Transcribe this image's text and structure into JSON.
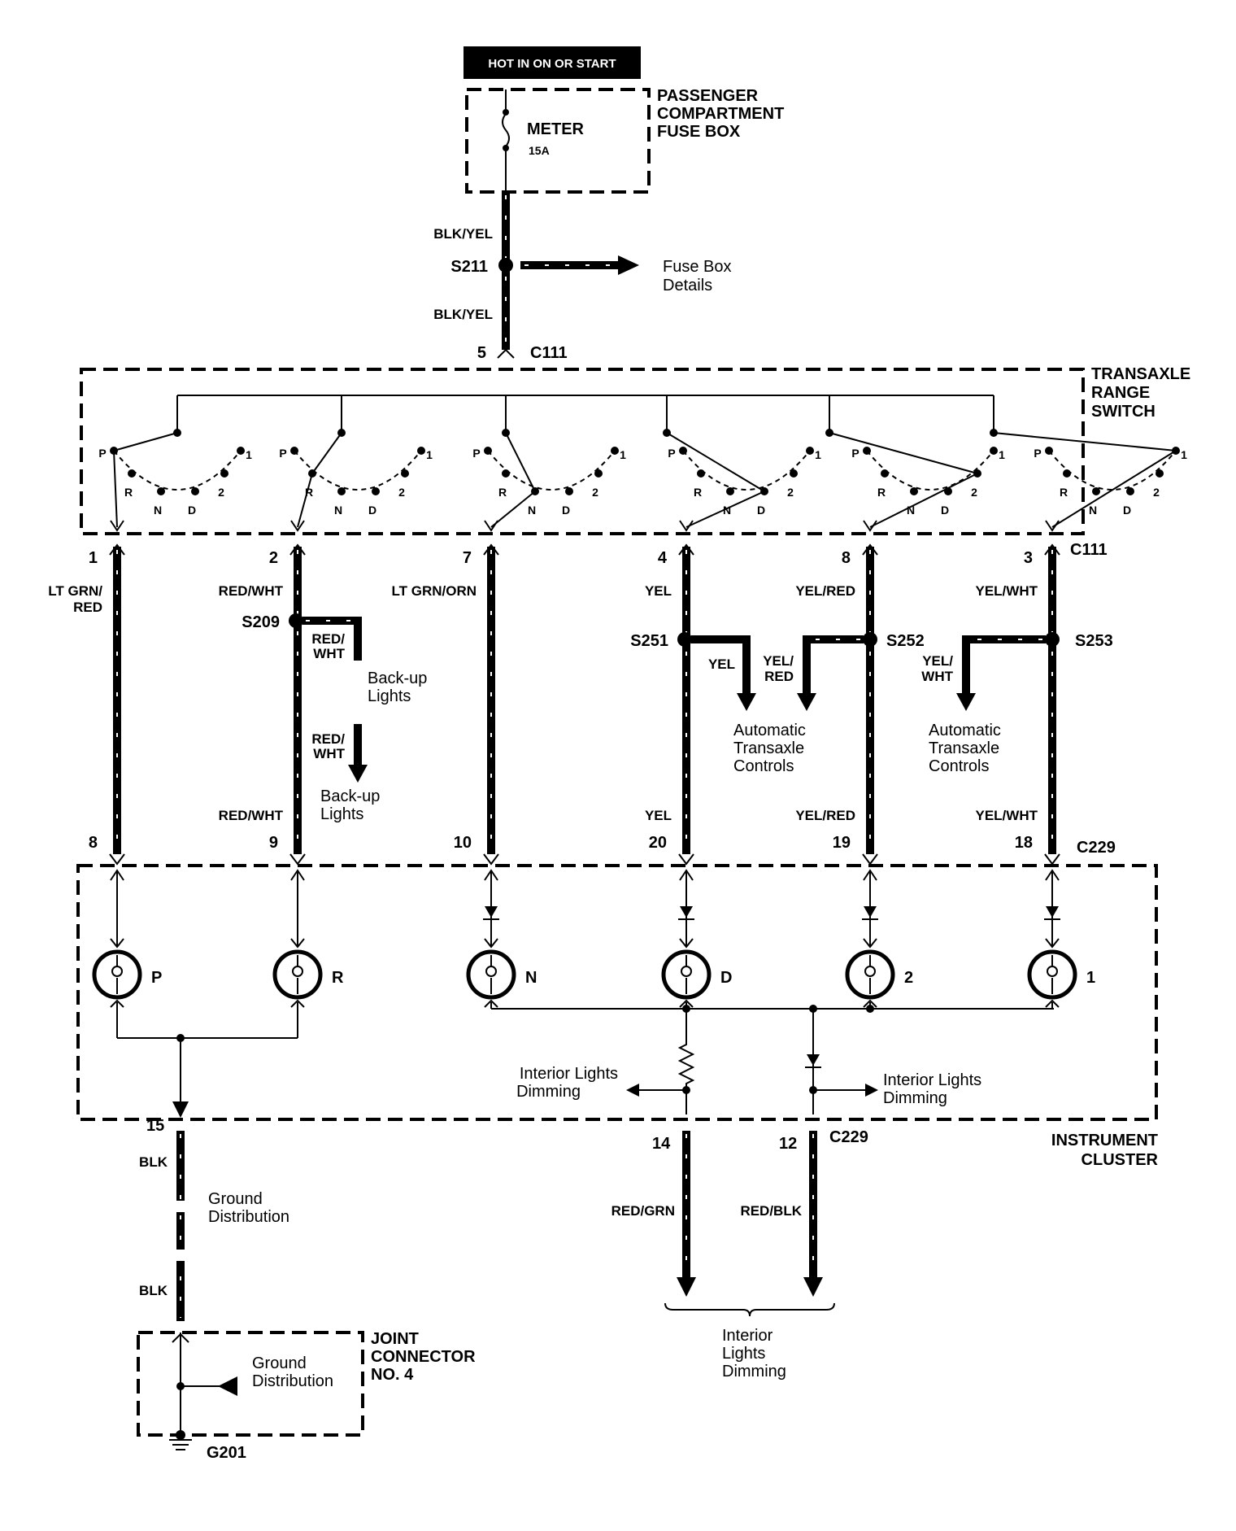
{
  "top": {
    "power_label": "HOT IN ON OR START",
    "fuse_box": {
      "line1": "PASSENGER",
      "line2": "COMPARTMENT",
      "line3": "FUSE BOX"
    },
    "fuse": {
      "name": "METER",
      "rating": "15A"
    },
    "wire_upper": "BLK/YEL",
    "splice": "S211",
    "splice_ref": {
      "line1": "Fuse Box",
      "line2": "Details"
    },
    "wire_lower": "BLK/YEL",
    "pin": "5",
    "connector": "C111"
  },
  "switch": {
    "title": {
      "line1": "TRANSAXLE",
      "line2": "RANGE",
      "line3": "SWITCH"
    },
    "positions": [
      "P",
      "R",
      "N",
      "D",
      "2",
      "1"
    ],
    "connector": "C111"
  },
  "circuits": [
    {
      "top_pin": "1",
      "wire_top": "LT GRN/\nRED",
      "wire_bottom": "",
      "bottom_pin": "8",
      "lamp": "P"
    },
    {
      "top_pin": "2",
      "wire_top": "RED/WHT",
      "wire_bottom": "RED/WHT",
      "bottom_pin": "9",
      "lamp": "R"
    },
    {
      "top_pin": "7",
      "wire_top": "LT GRN/ORN",
      "wire_bottom": "",
      "bottom_pin": "10",
      "lamp": "N"
    },
    {
      "top_pin": "4",
      "wire_top": "YEL",
      "wire_bottom": "YEL",
      "bottom_pin": "20",
      "lamp": "D"
    },
    {
      "top_pin": "8",
      "wire_top": "YEL/RED",
      "wire_bottom": "YEL/RED",
      "bottom_pin": "19",
      "lamp": "2"
    },
    {
      "top_pin": "3",
      "wire_top": "YEL/WHT",
      "wire_bottom": "YEL/WHT",
      "bottom_pin": "18",
      "lamp": "1"
    }
  ],
  "branches": {
    "s209": {
      "splice": "S209",
      "wire1a": "RED/",
      "wire1b": "WHT",
      "dest1a": "Back-up",
      "dest1b": "Lights",
      "wire2a": "RED/",
      "wire2b": "WHT",
      "dest2a": "Back-up",
      "dest2b": "Lights"
    },
    "s251": {
      "splice": "S251",
      "wire": "YEL"
    },
    "s252": {
      "splice": "S252",
      "wirea": "YEL/",
      "wireb": "RED"
    },
    "s253": {
      "splice": "S253",
      "wirea": "YEL/",
      "wireb": "WHT"
    },
    "atc1": {
      "a": "Automatic",
      "b": "Transaxle",
      "c": "Controls"
    },
    "atc2": {
      "a": "Automatic",
      "b": "Transaxle",
      "c": "Controls"
    }
  },
  "cluster": {
    "connector_top": "C229",
    "title": {
      "line1": "INSTRUMENT",
      "line2": "CLUSTER"
    },
    "dimming_left": {
      "a": "Interior Lights",
      "b": "Dimming"
    },
    "dimming_right": {
      "a": "Interior Lights",
      "b": "Dimming"
    },
    "connector_bottom": "C229"
  },
  "bottom": {
    "pin15": "15",
    "wire15a": "BLK",
    "ground_dist": {
      "a": "Ground",
      "b": "Distribution"
    },
    "wire15b": "BLK",
    "pin14": "14",
    "wire14": "RED/GRN",
    "pin12": "12",
    "wire12": "RED/BLK",
    "dest": {
      "a": "Interior",
      "b": "Lights",
      "c": "Dimming"
    },
    "joint": {
      "line1": "JOINT",
      "line2": "CONNECTOR",
      "line3": "NO. 4"
    },
    "joint_ground": {
      "a": "Ground",
      "b": "Distribution"
    },
    "ground": "G201"
  }
}
